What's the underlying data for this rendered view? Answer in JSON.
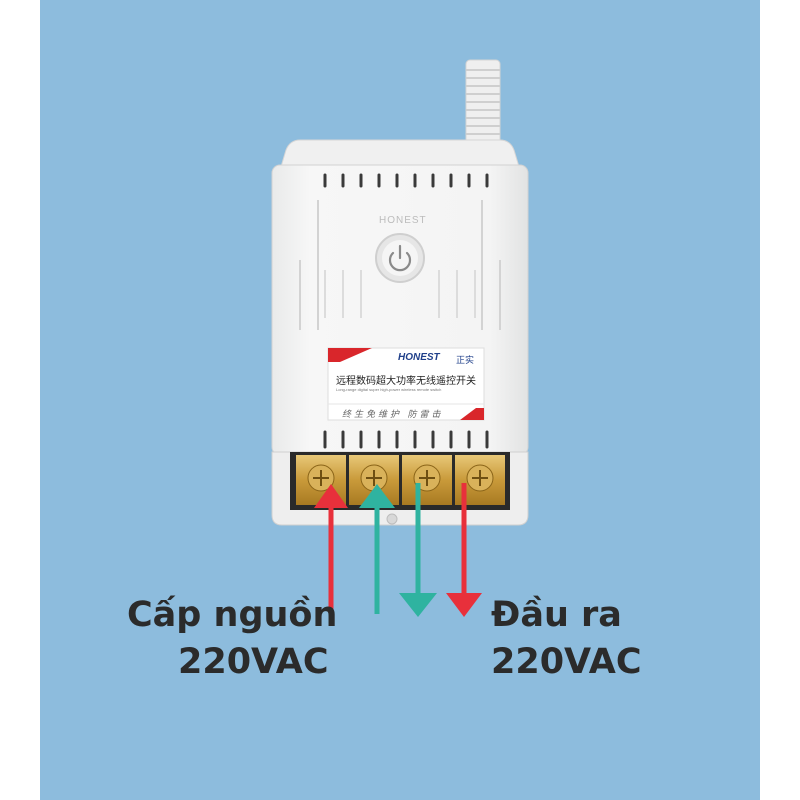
{
  "device": {
    "brand": "HONEST",
    "brand_cn": "正实",
    "label_cn_title": "远程数码超大功率无线遥控开关",
    "label_en_sub": "Long-range digital super high-power wireless remote switch",
    "label_handwriting": "终生免维护  防雷击"
  },
  "captions": {
    "input_line1": "Cấp nguồn",
    "input_line2": "220VAC",
    "output_line1": "Đầu ra",
    "output_line2": "220VAC"
  },
  "colors": {
    "background": "#8dbcdd",
    "arrow_red": "#e8303b",
    "arrow_teal": "#2fb3a0",
    "label_red": "#d9262b",
    "terminal_gold": "#c9a040"
  },
  "icons": {
    "power_button": "power-icon"
  }
}
